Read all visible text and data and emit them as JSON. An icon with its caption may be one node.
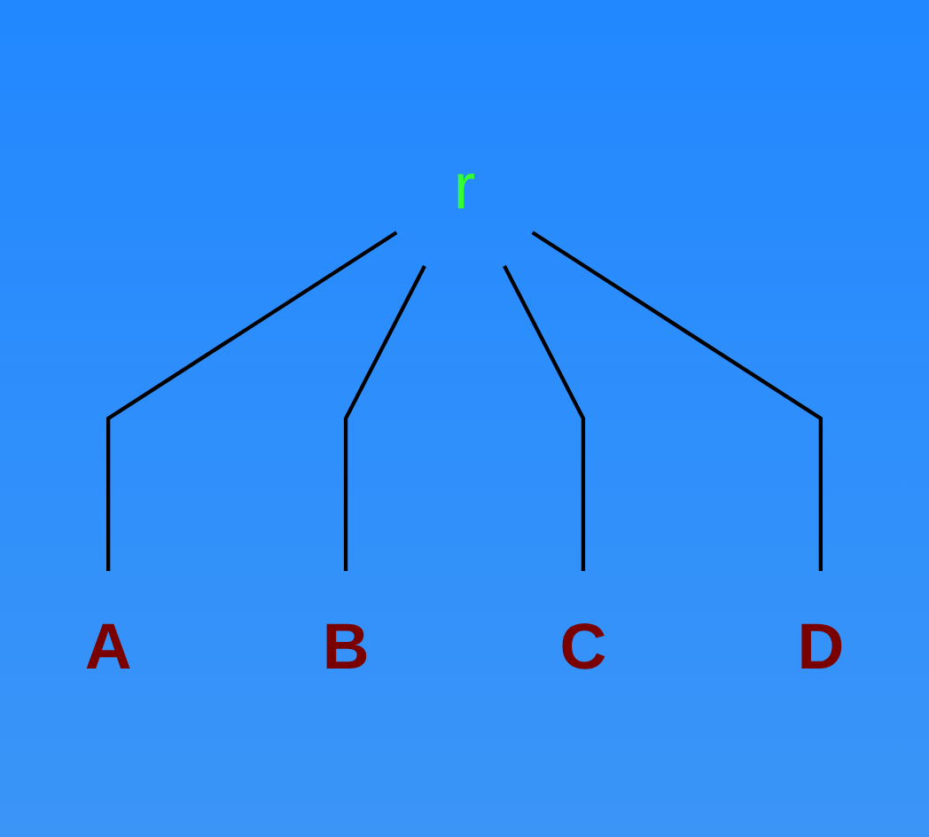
{
  "diagram": {
    "nodes": [
      {
        "text": [
          "r"
        ]
      },
      {
        "text": [
          "B"
        ]
      },
      {
        "text": [
          "C"
        ]
      },
      {
        "text": [
          "A"
        ]
      },
      {
        "text": [
          "D"
        ]
      }
    ],
    "edges": [
      {
        "from": 0,
        "to": 3,
        "arrow": "none"
      },
      {
        "from": 0,
        "to": 1,
        "arrow": "none"
      },
      {
        "from": 0,
        "to": 2,
        "arrow": "none"
      },
      {
        "from": 0,
        "to": 4,
        "arrow": "none"
      }
    ]
  }
}
